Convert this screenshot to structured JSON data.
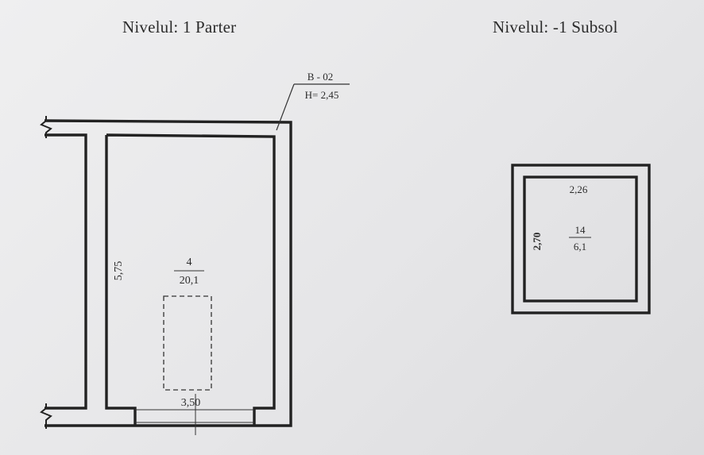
{
  "level1": {
    "title": "Nivelul: 1 Parter",
    "tag": {
      "code": "B - 02",
      "height": "H= 2,45"
    },
    "room": {
      "number": "4",
      "area": "20,1"
    },
    "dimension_width": "3,50",
    "dimension_length": "5,75"
  },
  "level2": {
    "title": "Nivelul: -1 Subsol",
    "room": {
      "number": "14",
      "area": "6,1"
    },
    "dimension_width": "2,26",
    "dimension_length": "2,70"
  }
}
